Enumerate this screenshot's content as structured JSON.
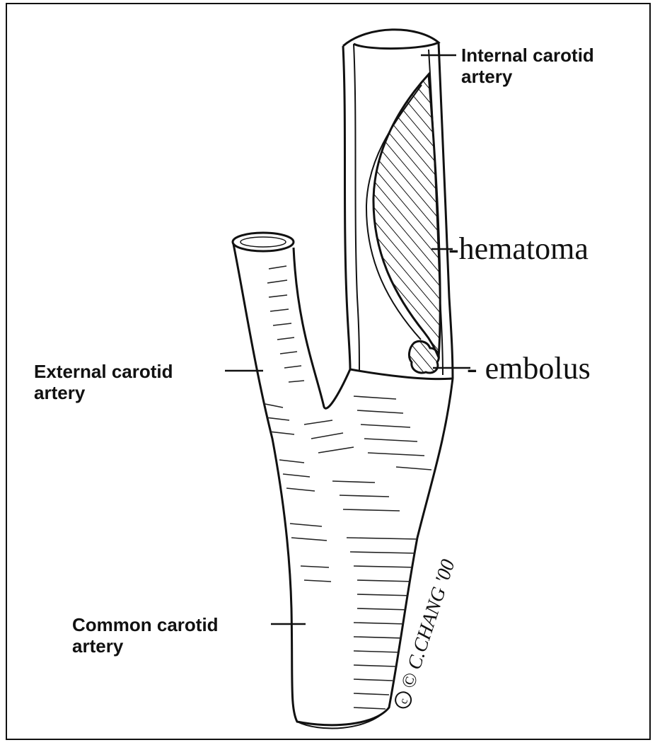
{
  "labels": {
    "internal_carotid": [
      "Internal carotid",
      "artery"
    ],
    "external_carotid": [
      "External carotid",
      "artery"
    ],
    "common_carotid": [
      "Common carotid",
      "artery"
    ],
    "hematoma": "-hematoma",
    "embolus": "- embolus"
  },
  "signature": "© C.CHANG '00",
  "colors": {
    "ink": "#111111",
    "paper": "#ffffff"
  }
}
